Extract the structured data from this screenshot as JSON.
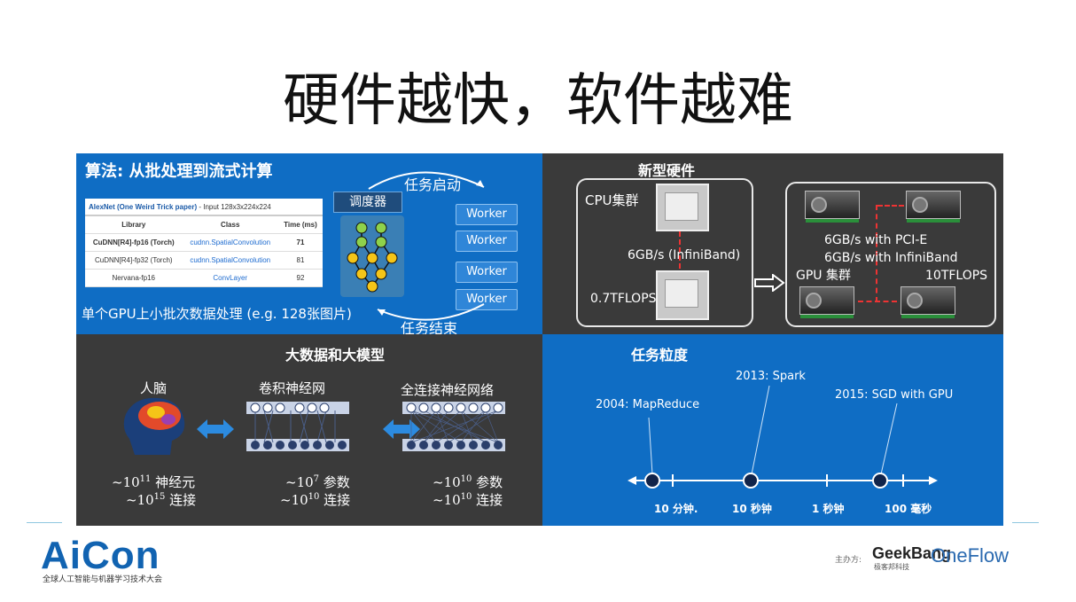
{
  "title": "硬件越快，软件越难",
  "top_left": {
    "title": "算法: 从批处理到流式计算",
    "task_start": "任务启动",
    "task_end": "任务结束",
    "scheduler": "调度器",
    "workers": [
      "Worker",
      "Worker",
      "Worker",
      "Worker"
    ],
    "caption": "单个GPU上小批次数据处理 (e.g. 128张图片)",
    "table": {
      "caption_bold": "AlexNet (One Weird Trick paper)",
      "caption_rest": " - Input 128x3x224x224",
      "headers": [
        "Library",
        "Class",
        "Time (ms)"
      ],
      "rows": [
        {
          "library": "CuDNN[R4]-fp16 (Torch)",
          "class": "cudnn.SpatialConvolution",
          "time": "71"
        },
        {
          "library": "CuDNN[R4]-fp32 (Torch)",
          "class": "cudnn.SpatialConvolution",
          "time": "81"
        },
        {
          "library": "Nervana-fp16",
          "class": "ConvLayer",
          "time": "92"
        }
      ]
    }
  },
  "top_right": {
    "title": "新型硬件",
    "cpu_cluster": "CPU集群",
    "infiniband": "6GB/s (InfiniBand)",
    "cpu_flops": "0.7TFLOPS",
    "pcie": "6GB/s with PCI-E",
    "gpu_infiniband": "6GB/s with InfiniBand",
    "gpu_cluster": "GPU 集群",
    "gpu_flops": "10TFLOPS"
  },
  "bottom_left": {
    "title": "大数据和大模型",
    "brain": "人脑",
    "cnn": "卷积神经网",
    "fcn": "全连接神经网络",
    "brain_neurons": "~10",
    "brain_neurons_exp": "11",
    "brain_neurons_unit": " 神经元",
    "brain_links": "~10",
    "brain_links_exp": "15",
    "brain_links_unit": " 连接",
    "cnn_params": "~10",
    "cnn_params_exp": "7",
    "cnn_params_unit": " 参数",
    "cnn_links": "~10",
    "cnn_links_exp": "10",
    "cnn_links_unit": " 连接",
    "fcn_params": "~10",
    "fcn_params_exp": "10",
    "fcn_params_unit": " 参数",
    "fcn_links": "~10",
    "fcn_links_exp": "10",
    "fcn_links_unit": " 连接"
  },
  "bottom_right": {
    "title": "任务粒度",
    "events": [
      "2004: MapReduce",
      "2013: Spark",
      "2015: SGD with GPU"
    ],
    "ticks": [
      "10 分钟.",
      "10 秒钟",
      "1 秒钟",
      "100 毫秒"
    ]
  },
  "footer": {
    "logo": "AiCon",
    "logo_sub": "全球人工智能与机器学习技术大会",
    "host_label": "主办方:",
    "geek": "GeekBang",
    "geek_sub": "极客邦科技",
    "oneflow": "OneFlow"
  }
}
